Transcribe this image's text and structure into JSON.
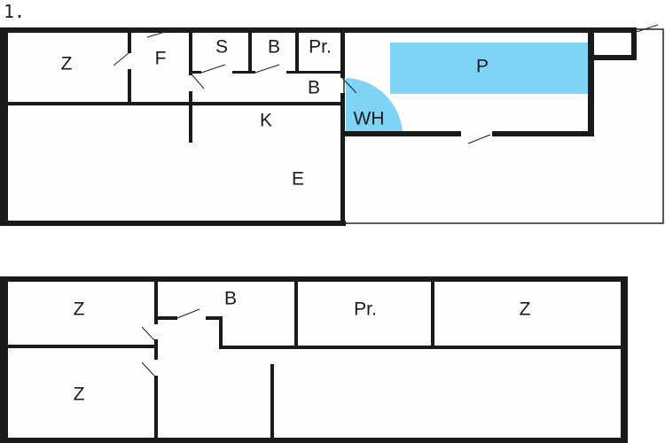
{
  "title": "1.",
  "colors": {
    "pool": "#7fd4f5",
    "wall": "#1a1a1a",
    "floor": "#fdfdfc"
  },
  "upper_floor": {
    "rooms": {
      "z": "Z",
      "f": "F",
      "s": "S",
      "b1": "B",
      "pr": "Pr.",
      "b2": "B",
      "k": "K",
      "e": "E",
      "wh": "WH",
      "p": "P"
    }
  },
  "lower_floor": {
    "rooms": {
      "z1": "Z",
      "b": "B",
      "pr": "Pr.",
      "z2": "Z",
      "z3": "Z"
    }
  }
}
